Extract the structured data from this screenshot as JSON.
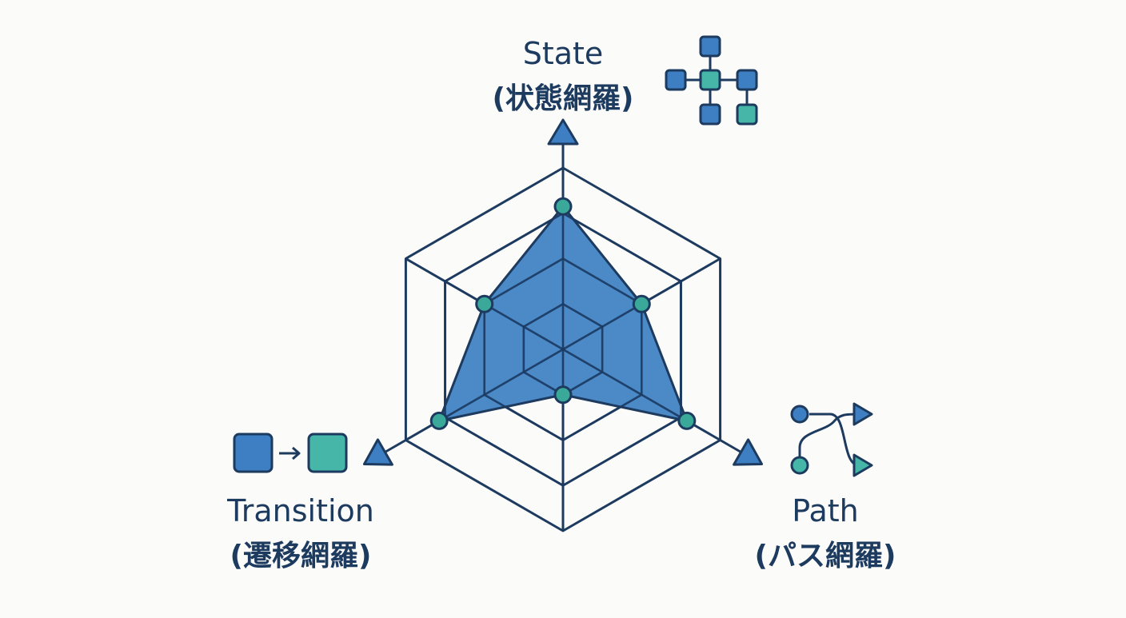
{
  "colors": {
    "background": "#fbfbf9",
    "line": "#1d3a5f",
    "fill": "#3d7fc2",
    "node": "#3aa99a",
    "icon_blue": "#3d7fc2",
    "icon_teal": "#46b6a8"
  },
  "axes": [
    {
      "key": "state",
      "title": "State",
      "subtitle": "(状態網羅)",
      "icon": "state-graph-icon"
    },
    {
      "key": "path",
      "title": "Path",
      "subtitle": "(パス網羅)",
      "icon": "branching-path-icon"
    },
    {
      "key": "transition",
      "title": "Transition",
      "subtitle": "(遷移網羅)",
      "icon": "state-transition-icon"
    }
  ],
  "chart_data": {
    "type": "radar",
    "axes": [
      "State",
      "Path",
      "Transition"
    ],
    "rings": 4,
    "max": 4,
    "values": {
      "state": 3.15,
      "path": 3.15,
      "transition": 3.15,
      "between_state_path": 2.0,
      "between_path_transition": 1.0,
      "between_transition_state": 2.0
    }
  }
}
